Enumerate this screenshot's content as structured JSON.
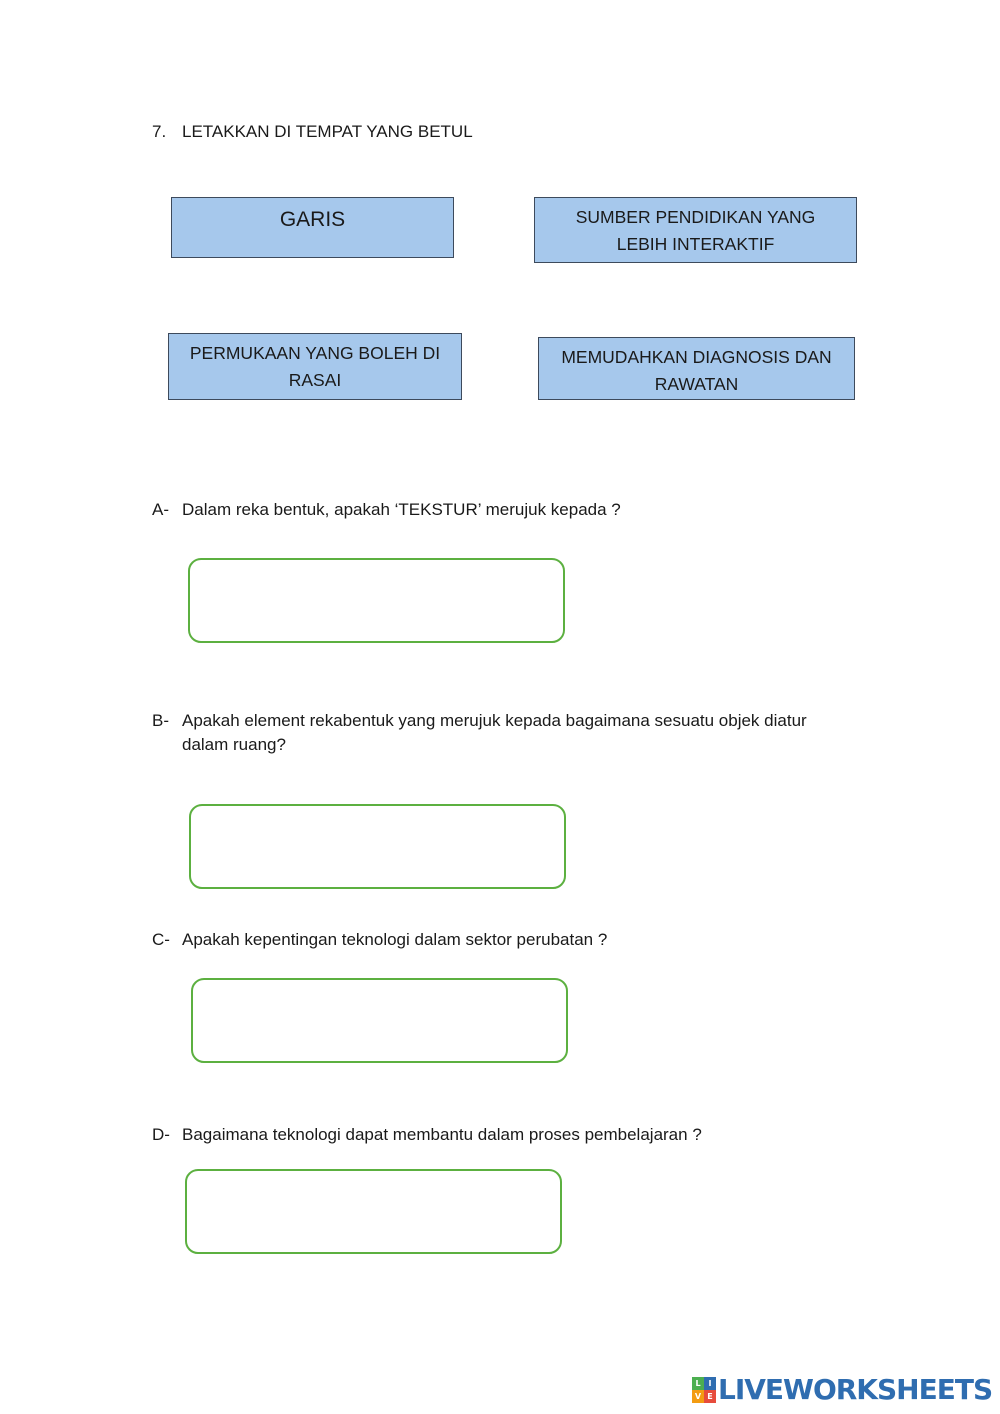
{
  "header": {
    "number": "7.",
    "instruction": "LETAKKAN DI TEMPAT YANG BETUL"
  },
  "cards": [
    {
      "label": "GARIS"
    },
    {
      "label": "SUMBER PENDIDIKAN YANG LEBIH INTERAKTIF"
    },
    {
      "label": "PERMUKAAN YANG BOLEH DI RASAI"
    },
    {
      "label": "MEMUDAHKAN DIAGNOSIS DAN RAWATAN"
    }
  ],
  "questions": [
    {
      "letter": "A-",
      "text": "Dalam reka bentuk, apakah ‘TEKSTUR’ merujuk kepada ?"
    },
    {
      "letter": "B-",
      "text": "Apakah element rekabentuk yang merujuk kepada bagaimana sesuatu objek diatur dalam ruang?"
    },
    {
      "letter": "C-",
      "text": "Apakah kepentingan teknologi dalam sektor perubatan ?"
    },
    {
      "letter": "D-",
      "text": "Bagaimana teknologi dapat membantu dalam proses pembelajaran ?"
    }
  ],
  "brand": {
    "logo_letters": [
      "L",
      "I",
      "V",
      "E"
    ],
    "logo_colors": [
      "#4caf50",
      "#2f6db0",
      "#f39c12",
      "#e74c3c"
    ],
    "name": "LIVEWORKSHEETS"
  },
  "colors": {
    "card_fill": "#a6c8ec",
    "answer_border": "#5cb040",
    "brand_blue": "#2f6db0"
  }
}
